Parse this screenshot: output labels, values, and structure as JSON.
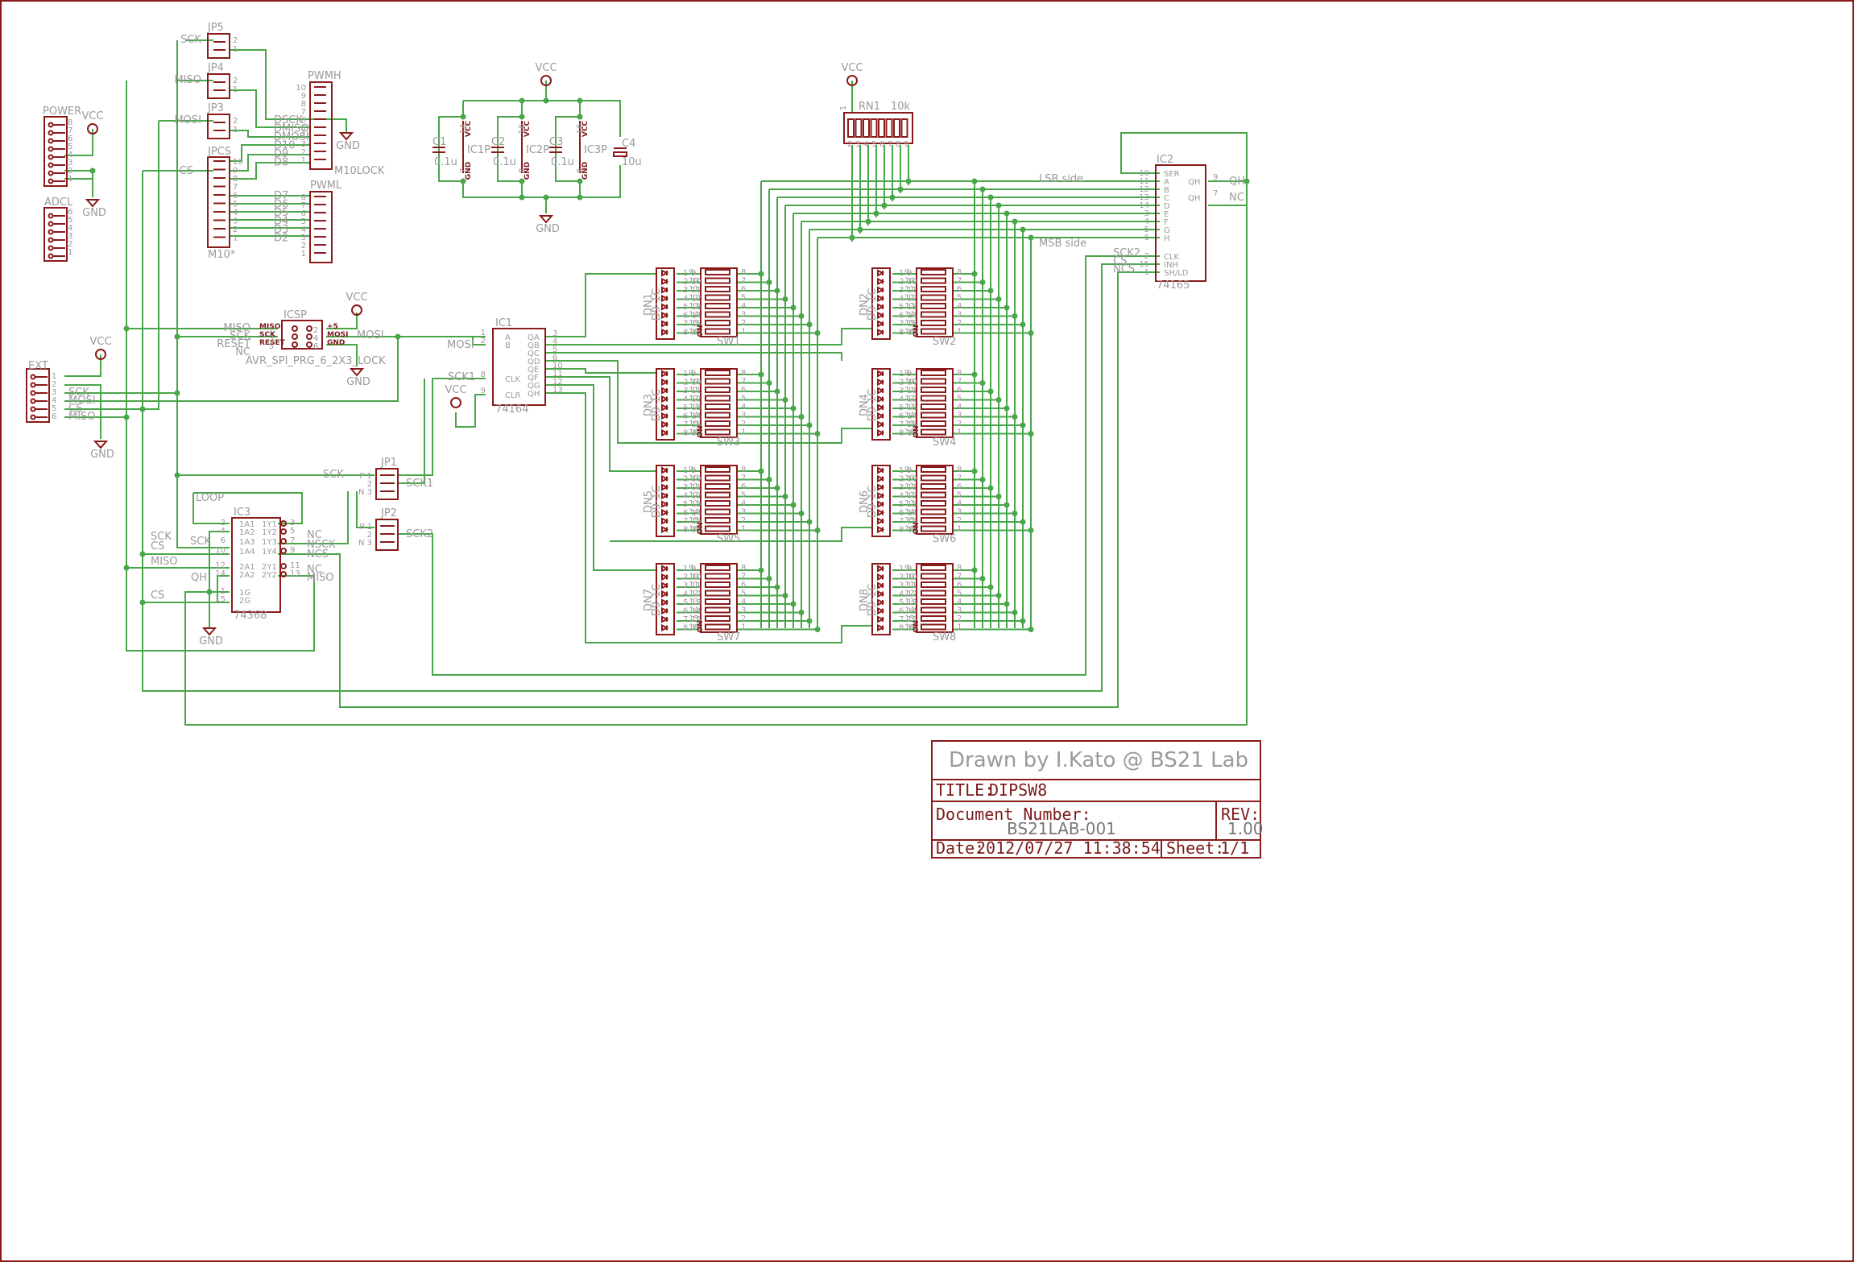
{
  "colors": {
    "wire": "#4aa64a",
    "part": "#8b1a1a",
    "label": "#9a9a9a",
    "frame": "#8b1a1a"
  },
  "power": {
    "vcc": "VCC",
    "gnd": "GND"
  },
  "connectors": {
    "power": {
      "name": "POWER",
      "pins": [
        "8",
        "7",
        "6",
        "5",
        "4",
        "3",
        "2",
        "1"
      ]
    },
    "adcl": {
      "name": "ADCL",
      "pins": [
        "6",
        "5",
        "4",
        "3",
        "2",
        "1"
      ]
    },
    "ext": {
      "name": "EXT",
      "pins": [
        "1",
        "2",
        "3",
        "4",
        "5",
        "6"
      ],
      "signals": [
        "",
        "",
        "SCK",
        "MOSI",
        "CS",
        "MISO"
      ]
    },
    "jp5": {
      "name": "JP5",
      "pins": [
        "2",
        "1"
      ],
      "signal": "SCK"
    },
    "jp4": {
      "name": "JP4",
      "pins": [
        "2",
        "1"
      ],
      "signal": "MISO"
    },
    "jp3": {
      "name": "JP3",
      "pins": [
        "2",
        "1"
      ],
      "signal": "MOSI"
    },
    "jpcs": {
      "name": "JPCS",
      "pins": [
        "10",
        "9",
        "8",
        "7",
        "6",
        "5",
        "4",
        "3",
        "2",
        "1"
      ],
      "signal": "CS",
      "part": "M10*"
    },
    "pwmh": {
      "name": "PWMH",
      "pins": [
        "10",
        "9",
        "8",
        "7",
        "6",
        "5",
        "4",
        "3",
        "2",
        "1"
      ],
      "signals": [
        "",
        "",
        "",
        "",
        "DSCK",
        "DMISO",
        "DMOSI",
        "D10",
        "D9",
        "D8"
      ],
      "part": "M10LOCK"
    },
    "pwml": {
      "name": "PWML",
      "pins": [
        "8",
        "7",
        "6",
        "5",
        "4",
        "3",
        "2",
        "1"
      ],
      "signals": [
        "D7",
        "D6",
        "D5",
        "D4",
        "D3",
        "D2"
      ]
    },
    "jp1": {
      "name": "JP1",
      "pins": [
        "P 1",
        "2",
        "N 3"
      ],
      "signal": "SCK1",
      "input": "SCK"
    },
    "jp2": {
      "name": "JP2",
      "pins": [
        "P 1",
        "2",
        "N 3"
      ],
      "signal": "SCK2"
    }
  },
  "icsp": {
    "name": "ICSP",
    "part": "AVR_SPI_PRG_6_2X3_LOCK",
    "left": [
      "MISO",
      "SCK",
      "RESET",
      "NC"
    ],
    "pinlabels": [
      "MISO",
      "SCK",
      "RESET",
      "+5",
      "MOSI",
      "GND"
    ],
    "pins": [
      "1",
      "2",
      "3",
      "4",
      "5",
      "6"
    ],
    "right": "MOSI"
  },
  "caps": [
    {
      "name": "C1",
      "value": "0.1u",
      "ic": "IC1P",
      "vcc": "14",
      "gnd": "7"
    },
    {
      "name": "C2",
      "value": "0.1u",
      "ic": "IC2P",
      "vcc": "16",
      "gnd": "8"
    },
    {
      "name": "C3",
      "value": "0.1u",
      "ic": "IC3P",
      "vcc": "16",
      "gnd": "8"
    },
    {
      "name": "C4",
      "value": "10u"
    }
  ],
  "ic_pin_labels": {
    "vcc": "VCC",
    "gnd": "GND"
  },
  "rn1": {
    "name": "RN1",
    "value": "10k",
    "pin1": "1",
    "pins": [
      "2",
      "3",
      "4",
      "5",
      "6",
      "7",
      "8",
      "9"
    ]
  },
  "ic1": {
    "name": "IC1",
    "part": "74164",
    "left": [
      {
        "n": "1",
        "l": "A"
      },
      {
        "n": "2",
        "l": "B"
      },
      {
        "n": "8",
        "l": "CLK"
      },
      {
        "n": "9",
        "l": "CLR"
      }
    ],
    "right": [
      {
        "n": "3",
        "l": "QA"
      },
      {
        "n": "4",
        "l": "QB"
      },
      {
        "n": "5",
        "l": "QC"
      },
      {
        "n": "6",
        "l": "QD"
      },
      {
        "n": "10",
        "l": "QE"
      },
      {
        "n": "11",
        "l": "QF"
      },
      {
        "n": "12",
        "l": "QG"
      },
      {
        "n": "13",
        "l": "QH"
      }
    ],
    "net_mosi": "MOSI",
    "net_sck1": "SCK1"
  },
  "ic2": {
    "name": "IC2",
    "part": "74165",
    "left": [
      {
        "n": "10",
        "l": "SER"
      },
      {
        "n": "11",
        "l": "A"
      },
      {
        "n": "12",
        "l": "B"
      },
      {
        "n": "13",
        "l": "C"
      },
      {
        "n": "14",
        "l": "D"
      },
      {
        "n": "3",
        "l": "E"
      },
      {
        "n": "4",
        "l": "F"
      },
      {
        "n": "5",
        "l": "G"
      },
      {
        "n": "6",
        "l": "H"
      },
      {
        "n": "2",
        "l": "CLK"
      },
      {
        "n": "15",
        "l": "INH"
      },
      {
        "n": "1",
        "l": "SH/LD"
      }
    ],
    "right": [
      {
        "n": "9",
        "l": "QH",
        "net": "QH"
      },
      {
        "n": "7",
        "l": "QH",
        "net": "NC"
      }
    ],
    "nets": [
      "SCK2",
      "CS",
      "NCS"
    ],
    "lsb": "LSB side",
    "msb": "MSB side"
  },
  "ic3": {
    "name": "IC3",
    "part": "74368",
    "loop": "LOOP",
    "left": [
      {
        "n": "2",
        "l": "1A1"
      },
      {
        "n": "4",
        "l": "1A2"
      },
      {
        "n": "6",
        "l": "1A3",
        "net": "SCK"
      },
      {
        "n": "10",
        "l": "1A4",
        "net": "CS"
      },
      {
        "n": "12",
        "l": "2A1",
        "net": "MISO"
      },
      {
        "n": "14",
        "l": "2A2"
      },
      {
        "n": "1",
        "l": "1G",
        "net": "QH"
      },
      {
        "n": "15",
        "l": "2G",
        "net": "CS"
      }
    ],
    "right": [
      {
        "n": "3",
        "l": "1Y1"
      },
      {
        "n": "5",
        "l": "1Y2",
        "net": "NC"
      },
      {
        "n": "7",
        "l": "1Y3",
        "net": "NSCK"
      },
      {
        "n": "9",
        "l": "1Y4",
        "net": "NCS"
      },
      {
        "n": "11",
        "l": "2Y1",
        "net": "NC"
      },
      {
        "n": "13",
        "l": "2Y2",
        "net": "MISO"
      }
    ]
  },
  "diode_left_pins": [
    "1",
    "2",
    "3",
    "4",
    "5",
    "6",
    "7",
    "8"
  ],
  "diode_right_pins": [
    "9",
    "10",
    "11",
    "12",
    "13",
    "14",
    "15",
    "16"
  ],
  "diode_on": "ON",
  "sw_pins_left": [
    "9",
    "10",
    "11",
    "12",
    "13",
    "14",
    "15",
    "16"
  ],
  "sw_pins_right": [
    "8",
    "7",
    "6",
    "5",
    "4",
    "3",
    "2",
    "1"
  ],
  "diodes": [
    {
      "name": "DN1",
      "part": "D9-1C"
    },
    {
      "name": "DN2",
      "part": "D9-1C"
    },
    {
      "name": "DN3",
      "part": "D9-1C"
    },
    {
      "name": "DN4",
      "part": "D9-1C"
    },
    {
      "name": "DN5",
      "part": "D9-1C"
    },
    {
      "name": "DN6",
      "part": "D9-1C"
    },
    {
      "name": "DN7",
      "part": "D9-1C"
    },
    {
      "name": "DN8",
      "part": "D9-1C"
    }
  ],
  "switches": [
    {
      "name": "SW1"
    },
    {
      "name": "SW2"
    },
    {
      "name": "SW3"
    },
    {
      "name": "SW4"
    },
    {
      "name": "SW5"
    },
    {
      "name": "SW6"
    },
    {
      "name": "SW7"
    },
    {
      "name": "SW8"
    }
  ],
  "titleblock": {
    "drawn": "Drawn by I.Kato @ BS21 Lab",
    "title_label": "TITLE:",
    "title": "DIPSW8",
    "docnum_label": "Document Number:",
    "docnum": "BS21LAB-001",
    "rev_label": "REV:",
    "rev": "1.00",
    "date_label": "Date:",
    "date": "2012/07/27 11:38:54",
    "sheet_label": "Sheet:",
    "sheet": "1/1"
  }
}
